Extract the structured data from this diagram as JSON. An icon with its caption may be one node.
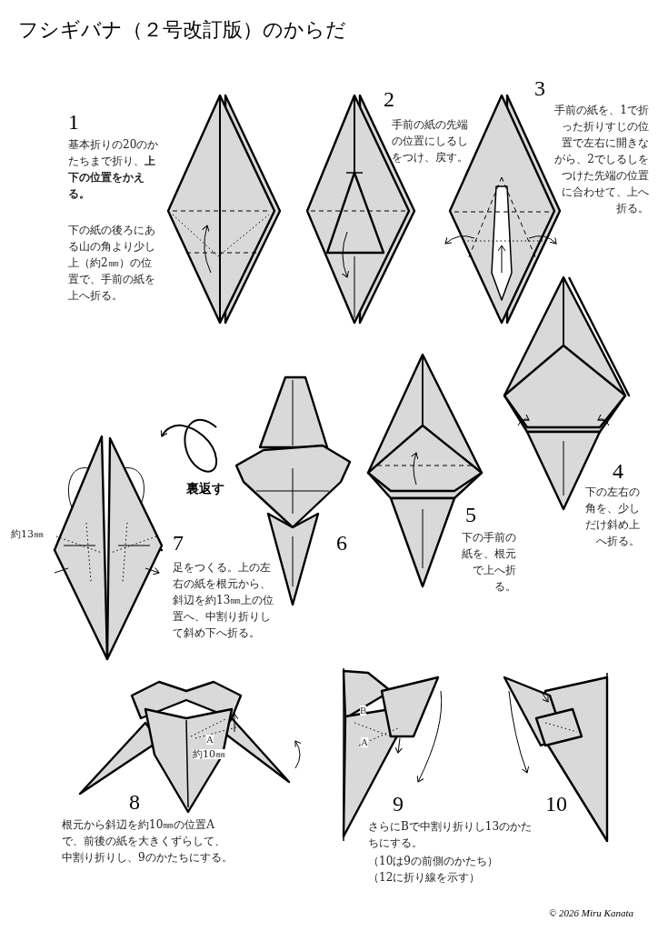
{
  "diagram": {
    "title": "フシギバナ（２号改訂版）のからだ",
    "labels": [
      "1",
      "基本折りの20のかたちまで折り、**上下の位置をかえる。**",
      "下の紙の後ろにある山の角より少し上（約2㎜）の位置で、手前の紙を上へ折る。",
      "2",
      "手前の紙の先端の位置にしるしをつけ、戻す。",
      "3",
      "手前の紙を、1で折った折りすじの位置で左右に開きながら、2でしるしをつけた先端の位置に合わせて、上へ折る。",
      "裏返す",
      "4",
      "下の左右の角を、少しだけ斜め上へ折る。",
      "約13㎜",
      "7",
      "足をつくる。上の左右の紙を根元から、斜辺を約13㎜上の位置へ、中割り折りして斜め下へ折る。",
      "6",
      "5",
      "下の手前の紙を、根元で上へ折る。",
      "A",
      "約10㎜",
      "B",
      "A",
      "8",
      "根元から斜辺を約10㎜の位置Aで、前後の紙を大きくずらして、中割り折りし、9のかたちにする。",
      "9",
      "さらにBで中割り折りし13のかたちにする。",
      "（10は9の前側のかたち）",
      "（12に折り線を示す）",
      "10",
      "© 2026 Miru Kanata"
    ]
  }
}
